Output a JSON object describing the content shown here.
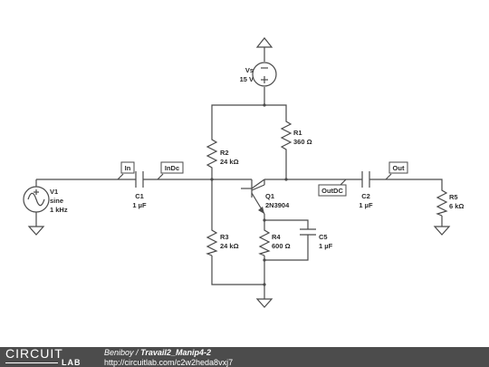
{
  "components": {
    "vs": {
      "name": "Vs",
      "value": "15 V"
    },
    "r1": {
      "name": "R1",
      "value": "360 Ω"
    },
    "r2": {
      "name": "R2",
      "value": "24 kΩ"
    },
    "r3": {
      "name": "R3",
      "value": "24 kΩ"
    },
    "r4": {
      "name": "R4",
      "value": "600 Ω"
    },
    "r5": {
      "name": "R5",
      "value": "6 kΩ"
    },
    "c1": {
      "name": "C1",
      "value": "1 µF"
    },
    "c2": {
      "name": "C2",
      "value": "1 µF"
    },
    "c5": {
      "name": "C5",
      "value": "1 µF"
    },
    "q1": {
      "name": "Q1",
      "value": "2N3904"
    },
    "v1": {
      "name": "V1",
      "value1": "sine",
      "value2": "1 kHz"
    }
  },
  "net_labels": {
    "in": "In",
    "indc": "InDc",
    "outdc": "OutDC",
    "out": "Out"
  },
  "footer": {
    "logo_top": "CIRCUIT",
    "logo_bottom": "LAB",
    "author": "Beniboy",
    "separator": "/",
    "title": "Travail2_Manip4-2",
    "url": "http://circuitlab.com/c2w2heda8vxj7"
  }
}
